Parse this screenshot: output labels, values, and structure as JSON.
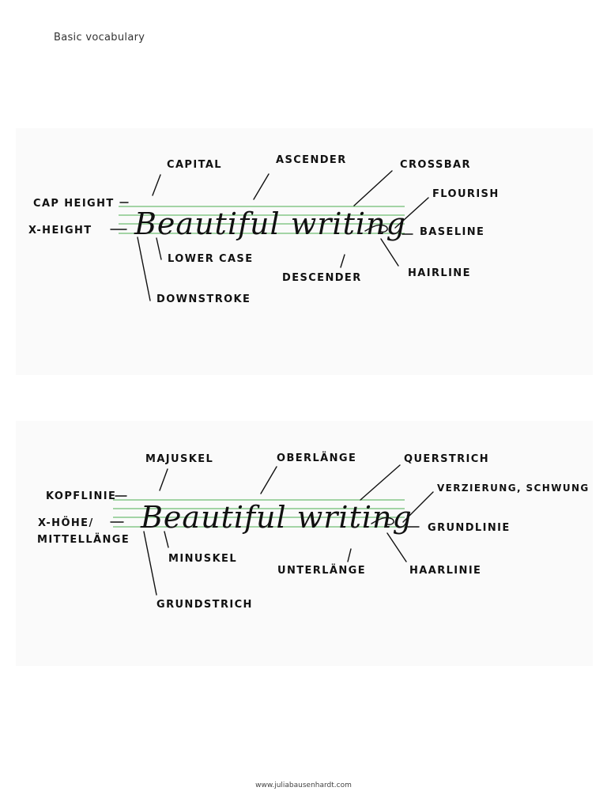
{
  "page": {
    "header": "Basic vocabulary",
    "footer": "www.juliabausenhardt.com"
  },
  "english": {
    "script_text": "Beautiful writing",
    "labels": {
      "capital": "CAPITAL",
      "ascender": "ASCENDER",
      "crossbar": "CROSSBAR",
      "flourish": "FLOURISH",
      "cap_height": "CAP HEIGHT",
      "x_height": "X-HEIGHT",
      "baseline": "BASELINE",
      "lower_case": "LOWER CASE",
      "descender": "DESCENDER",
      "hairline": "HAIRLINE",
      "downstroke": "DOWNSTROKE"
    }
  },
  "german": {
    "script_text": "Beautiful writing",
    "labels": {
      "majuskel": "MAJUSKEL",
      "oberlaenge": "OBERLÄNGE",
      "querstrich": "QUERSTRICH",
      "verzierung": "VERZIERUNG, SCHWUNG",
      "kopflinie": "KOPFLINIE",
      "x_hoehe": "X-HÖHE/",
      "mittellaenge": "MITTELLÄNGE",
      "grundlinie": "GRUNDLINIE",
      "minuskel": "MINUSKEL",
      "unterlaenge": "UNTERLÄNGE",
      "haarlinie": "HAARLINIE",
      "grundstrich": "GRUNDSTRICH"
    }
  },
  "colors": {
    "guide_lines": "#4caf50",
    "ink": "#111111",
    "panel_bg": "#fafafa"
  }
}
